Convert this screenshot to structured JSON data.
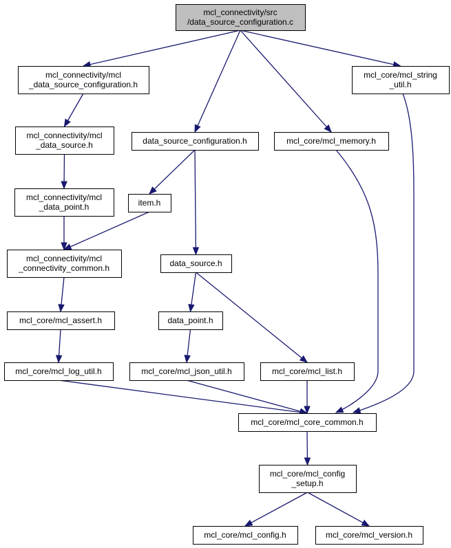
{
  "colors": {
    "edge": "#191970",
    "root_fill": "#bfbfbf",
    "node_fill": "#ffffff",
    "border": "#000000"
  },
  "nodes": [
    {
      "id": "root",
      "lines": [
        "mcl_connectivity/src",
        "/data_source_configuration.c"
      ],
      "root": true
    },
    {
      "id": "mcl_dsc_h",
      "lines": [
        "mcl_connectivity/mcl",
        "_data_source_configuration.h"
      ]
    },
    {
      "id": "dsc_h",
      "lines": [
        "data_source_configuration.h"
      ]
    },
    {
      "id": "mcl_memory_h",
      "lines": [
        "mcl_core/mcl_memory.h"
      ]
    },
    {
      "id": "mcl_string_util_h",
      "lines": [
        "mcl_core/mcl_string",
        "_util.h"
      ]
    },
    {
      "id": "mcl_ds_h",
      "lines": [
        "mcl_connectivity/mcl",
        "_data_source.h"
      ]
    },
    {
      "id": "item_h",
      "lines": [
        "item.h"
      ]
    },
    {
      "id": "mcl_dp_h",
      "lines": [
        "mcl_connectivity/mcl",
        "_data_point.h"
      ]
    },
    {
      "id": "mcl_conn_common_h",
      "lines": [
        "mcl_connectivity/mcl",
        "_connectivity_common.h"
      ]
    },
    {
      "id": "data_source_h",
      "lines": [
        "data_source.h"
      ]
    },
    {
      "id": "mcl_assert_h",
      "lines": [
        "mcl_core/mcl_assert.h"
      ]
    },
    {
      "id": "data_point_h",
      "lines": [
        "data_point.h"
      ]
    },
    {
      "id": "mcl_log_util_h",
      "lines": [
        "mcl_core/mcl_log_util.h"
      ]
    },
    {
      "id": "mcl_json_util_h",
      "lines": [
        "mcl_core/mcl_json_util.h"
      ]
    },
    {
      "id": "mcl_list_h",
      "lines": [
        "mcl_core/mcl_list.h"
      ]
    },
    {
      "id": "mcl_core_common_h",
      "lines": [
        "mcl_core/mcl_core_common.h"
      ]
    },
    {
      "id": "mcl_config_setup_h",
      "lines": [
        "mcl_core/mcl_config",
        "_setup.h"
      ]
    },
    {
      "id": "mcl_config_h",
      "lines": [
        "mcl_core/mcl_config.h"
      ]
    },
    {
      "id": "mcl_version_h",
      "lines": [
        "mcl_core/mcl_version.h"
      ]
    }
  ],
  "edges": [
    [
      "root",
      "mcl_dsc_h"
    ],
    [
      "root",
      "dsc_h"
    ],
    [
      "root",
      "mcl_memory_h"
    ],
    [
      "root",
      "mcl_string_util_h"
    ],
    [
      "mcl_dsc_h",
      "mcl_ds_h"
    ],
    [
      "mcl_ds_h",
      "mcl_dp_h"
    ],
    [
      "mcl_dp_h",
      "mcl_conn_common_h"
    ],
    [
      "dsc_h",
      "item_h"
    ],
    [
      "dsc_h",
      "data_source_h"
    ],
    [
      "item_h",
      "mcl_conn_common_h"
    ],
    [
      "mcl_conn_common_h",
      "mcl_assert_h"
    ],
    [
      "mcl_assert_h",
      "mcl_log_util_h"
    ],
    [
      "data_source_h",
      "data_point_h"
    ],
    [
      "data_source_h",
      "mcl_list_h"
    ],
    [
      "data_point_h",
      "mcl_json_util_h"
    ],
    [
      "mcl_log_util_h",
      "mcl_core_common_h"
    ],
    [
      "mcl_json_util_h",
      "mcl_core_common_h"
    ],
    [
      "mcl_list_h",
      "mcl_core_common_h"
    ],
    [
      "mcl_memory_h",
      "mcl_core_common_h"
    ],
    [
      "mcl_string_util_h",
      "mcl_core_common_h"
    ],
    [
      "mcl_core_common_h",
      "mcl_config_setup_h"
    ],
    [
      "mcl_config_setup_h",
      "mcl_config_h"
    ],
    [
      "mcl_config_setup_h",
      "mcl_version_h"
    ]
  ]
}
